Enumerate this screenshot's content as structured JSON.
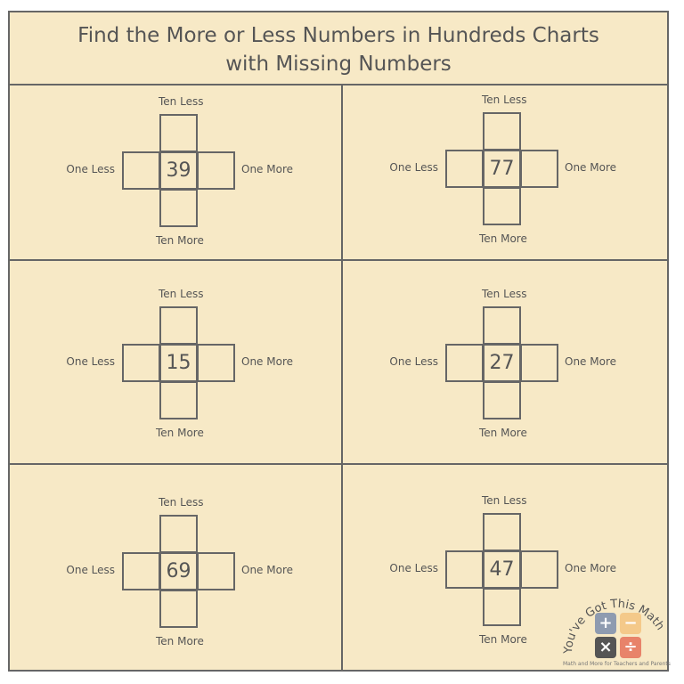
{
  "title": {
    "line1": "Find the More or Less Numbers in Hundreds Charts",
    "line2": "with Missing Numbers"
  },
  "labels": {
    "ten_less": "Ten Less",
    "ten_more": "Ten More",
    "one_less": "One Less",
    "one_more": "One More"
  },
  "puzzles": [
    {
      "number": "39"
    },
    {
      "number": "77"
    },
    {
      "number": "15"
    },
    {
      "number": "27"
    },
    {
      "number": "69"
    },
    {
      "number": "47"
    }
  ],
  "logo": {
    "text": "You've Got This Math",
    "tagline": "Math and More for Teachers and Parents",
    "colors": {
      "plus": "#8e9bb0",
      "minus": "#f4c98a",
      "times": "#555555",
      "divide": "#e8836a"
    }
  }
}
